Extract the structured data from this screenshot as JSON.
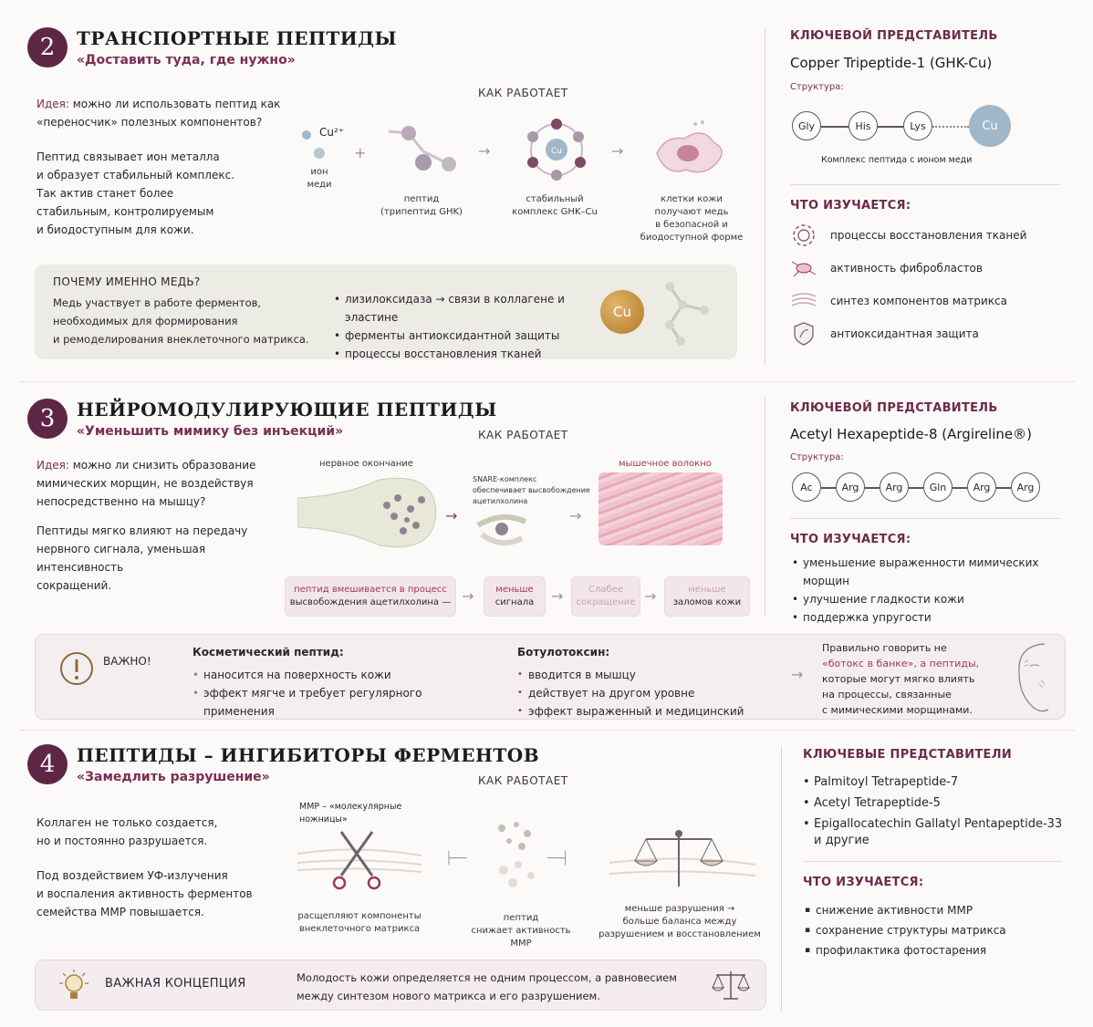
{
  "s2": {
    "num": "2",
    "title": "ТРАНСПОРТНЫЕ ПЕПТИДЫ",
    "subtitle": "«Доставить туда, где нужно»",
    "idea_label": "Идея:",
    "idea_text": "можно ли использовать пептид как «переносчик» полезных компонентов?",
    "p2_a": "Пептид связывает ион металла",
    "p2_b": "и образует стабильный комплекс.",
    "p2_c": "Так актив станет более",
    "p2_d": "стабильным, контролируемым",
    "p2_e": "и биодоступным для кожи.",
    "how": "КАК РАБОТАЕТ",
    "cu_label": "Cu²⁺",
    "ion_a": "ион",
    "ion_b": "меди",
    "peptide_a": "пептид",
    "peptide_b": "(трипептид GHK)",
    "complex_a": "стабильный",
    "complex_b": "комплекс GHK–Cu",
    "cells_a": "клетки кожи",
    "cells_b": "получают медь",
    "cells_c": "в безопасной и",
    "cells_d": "биодоступной форме",
    "why_title": "ПОЧЕМУ ИМЕННО МЕДЬ?",
    "why_a": "Медь участвует в работе ферментов,",
    "why_b": "необходимых для формирования",
    "why_c": "и ремоделирования внеклеточного матрикса.",
    "why_items": [
      "лизилоксидаза → связи в коллагене и эластине",
      "ферменты антиоксидантной защиты",
      "процессы восстановления тканей"
    ],
    "cu_big": "Cu",
    "r_head": "КЛЮЧЕВОЙ ПРЕДСТАВИТЕЛЬ",
    "r_name": "Copper Tripeptide-1 (GHK-Cu)",
    "r_struct": "Структура:",
    "chain": [
      "Gly",
      "His",
      "Lys",
      "Cu"
    ],
    "chain_caption": "Комплекс пептида с ионом меди",
    "r_study": "ЧТО ИЗУЧАЕТСЯ:",
    "study": [
      "процессы восстановления тканей",
      "активность фибробластов",
      "синтез компонентов матрикса",
      "антиоксидантная защита"
    ]
  },
  "s3": {
    "num": "3",
    "title": "НЕЙРОМОДУЛИРУЮЩИЕ ПЕПТИДЫ",
    "subtitle": "«Уменьшить мимику без инъекций»",
    "idea_label": "Идея:",
    "idea_a": "можно ли снизить образование",
    "idea_b": "мимических морщин, не воздействуя",
    "idea_c": "непосредственно на мышцу?",
    "p2_a": "Пептиды мягко влияют на передачу",
    "p2_b": "нервного сигнала, уменьшая интенсивность",
    "p2_c": "сокращений.",
    "how": "КАК РАБОТАЕТ",
    "nerve": "нервное окончание",
    "snare_a": "SNARE-комплекс",
    "snare_b": "обеспечивает высвобождение",
    "snare_c": "ацетилхолина",
    "muscle": "мышечное волокно",
    "flow1_a": "пептид вмешивается в процесс",
    "flow1_b": "высвобождения ацетилхолина —",
    "flow2_a": "меньше",
    "flow2_b": "сигнала",
    "flow3_a": "Слабее",
    "flow3_b": "сокращение",
    "flow4_a": "меньше",
    "flow4_b": "заломов кожи",
    "important": "ВАЖНО!",
    "cos_title": "Косметический пептид:",
    "cos_items": [
      "наносится на поверхность кожи",
      "эффект мягче и требует регулярного применения"
    ],
    "bot_title": "Ботулотоксин:",
    "bot_items": [
      "вводится в мышцу",
      "действует на другом уровне",
      "эффект выраженный и медицинский"
    ],
    "note_a": "Правильно говорить не",
    "note_b": "«ботокс в банке», а пептиды,",
    "note_c": "которые могут мягко влиять",
    "note_d": "на процессы, связанные",
    "note_e": "с мимическими морщинами.",
    "r_head": "КЛЮЧЕВОЙ ПРЕДСТАВИТЕЛЬ",
    "r_name": "Acetyl Hexapeptide-8 (Argireline®)",
    "r_struct": "Структура:",
    "chain": [
      "Ac",
      "Arg",
      "Arg",
      "Gln",
      "Arg",
      "Arg"
    ],
    "r_study": "ЧТО ИЗУЧАЕТСЯ:",
    "study": [
      "уменьшение выраженности мимических морщин",
      "улучшение гладкости кожи",
      "поддержка упругости"
    ]
  },
  "s4": {
    "num": "4",
    "title": "ПЕПТИДЫ – ИНГИБИТОРЫ ФЕРМЕНТОВ",
    "subtitle": "«Замедлить разрушение»",
    "p1_a": "Коллаген не только создается,",
    "p1_b": "но и постоянно разрушается.",
    "p2_a": "Под воздействием УФ-излучения",
    "p2_b": "и воспаления активность ферментов",
    "p2_c": "семейства ММР повышается.",
    "how": "КАК РАБОТАЕТ",
    "mmp_a": "ММР – «молекулярные",
    "mmp_b": "ножницы»",
    "split_a": "расщепляют компоненты",
    "split_b": "внеклеточного матрикса",
    "pep_a": "пептид",
    "pep_b": "снижает активность ММР",
    "bal_a": "меньше разрушения →",
    "bal_b": "больше баланса между",
    "bal_c": "разрушением и восстановлением",
    "concept": "ВАЖНАЯ КОНЦЕПЦИЯ",
    "concept_a": "Молодость кожи определяется не одним процессом, а равновесием",
    "concept_b": "между синтезом нового матрикса и его разрушением.",
    "r_head": "КЛЮЧЕВЫЕ ПРЕДСТАВИТЕЛИ",
    "reps": [
      "Palmitoyl Tetrapeptide-7",
      "Acetyl Tetrapeptide-5",
      "Epigallocatechin Gallatyl Pentapeptide-33"
    ],
    "reps_more": "и другие",
    "r_study": "ЧТО ИЗУЧАЕТСЯ:",
    "study": [
      "снижение активности ММР",
      "сохранение структуры матрикса",
      "профилактика фотостарения"
    ]
  },
  "colors": {
    "accent": "#5e2646",
    "accent_text": "#7a2e55",
    "copper": "#c08a3a"
  },
  "icons": [
    "nerve-icon",
    "scissors-icon",
    "scales-icon",
    "lightbulb-icon",
    "face-icon",
    "exclamation-icon"
  ]
}
